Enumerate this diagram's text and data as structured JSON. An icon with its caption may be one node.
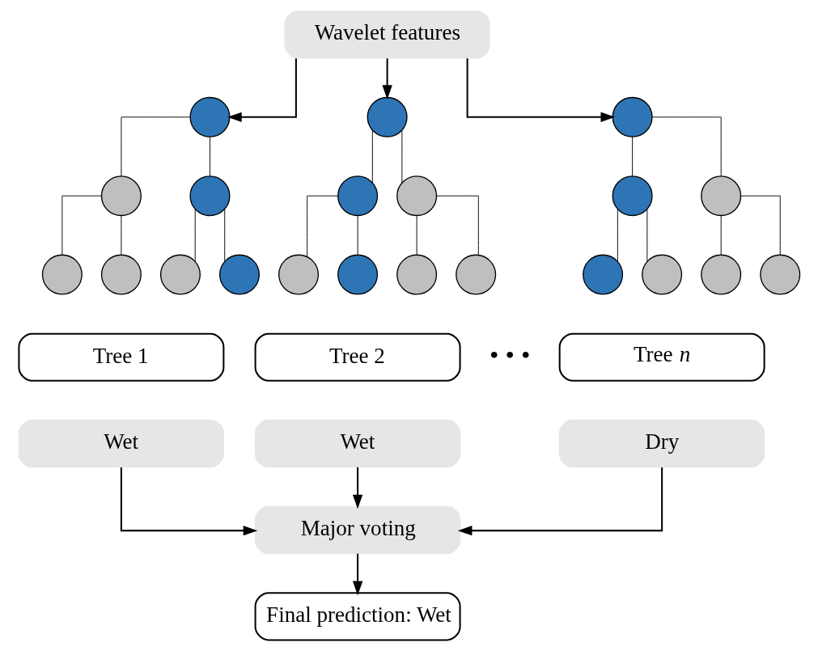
{
  "diagram": {
    "nodes": [
      {
        "text": [
          "Wavelet features"
        ]
      },
      {
        "text": [],
        "shape": "circle"
      },
      {
        "text": [],
        "shape": "circle"
      },
      {
        "text": [],
        "shape": "circle"
      },
      {
        "text": [],
        "shape": "circle"
      },
      {
        "text": [],
        "shape": "circle"
      },
      {
        "text": [],
        "shape": "circle"
      },
      {
        "text": [],
        "shape": "circle"
      },
      {
        "text": [],
        "shape": "circle"
      },
      {
        "text": [],
        "shape": "circle"
      },
      {
        "text": [],
        "shape": "circle"
      },
      {
        "text": [],
        "shape": "circle"
      },
      {
        "text": [],
        "shape": "circle"
      },
      {
        "text": [],
        "shape": "circle"
      },
      {
        "text": [],
        "shape": "circle"
      },
      {
        "text": [],
        "shape": "circle"
      },
      {
        "text": [],
        "shape": "circle"
      },
      {
        "text": [],
        "shape": "circle"
      },
      {
        "text": [],
        "shape": "circle"
      },
      {
        "text": [],
        "shape": "circle"
      },
      {
        "text": [],
        "shape": "circle"
      },
      {
        "text": [],
        "shape": "circle"
      },
      {
        "text": [
          "Tree 1"
        ]
      },
      {
        "text": [
          "Tree 2"
        ]
      },
      {
        "text": [
          "Tree *n*"
        ]
      },
      {
        "text": [
          "Wet"
        ]
      },
      {
        "text": [
          "Wet"
        ]
      },
      {
        "text": [
          "Dry"
        ]
      },
      {
        "text": [
          "Major voting"
        ]
      },
      {
        "text": [
          "Final prediction: Wet"
        ]
      }
    ],
    "edges": [
      {
        "from": 0,
        "to": 1,
        "arrow": "to"
      },
      {
        "from": 0,
        "to": 8,
        "arrow": "to"
      },
      {
        "from": 0,
        "to": 15,
        "arrow": "to"
      },
      {
        "from": 1,
        "to": 2,
        "arrow": "none"
      },
      {
        "from": 1,
        "to": 3,
        "arrow": "none"
      },
      {
        "from": 2,
        "to": 4,
        "arrow": "none"
      },
      {
        "from": 2,
        "to": 5,
        "arrow": "none"
      },
      {
        "from": 3,
        "to": 6,
        "arrow": "none"
      },
      {
        "from": 3,
        "to": 7,
        "arrow": "none"
      },
      {
        "from": 8,
        "to": 9,
        "arrow": "none"
      },
      {
        "from": 8,
        "to": 10,
        "arrow": "none"
      },
      {
        "from": 9,
        "to": 11,
        "arrow": "none"
      },
      {
        "from": 9,
        "to": 12,
        "arrow": "none"
      },
      {
        "from": 10,
        "to": 13,
        "arrow": "none"
      },
      {
        "from": 10,
        "to": 14,
        "arrow": "none"
      },
      {
        "from": 15,
        "to": 16,
        "arrow": "none"
      },
      {
        "from": 15,
        "to": 17,
        "arrow": "none"
      },
      {
        "from": 16,
        "to": 18,
        "arrow": "none"
      },
      {
        "from": 16,
        "to": 19,
        "arrow": "none"
      },
      {
        "from": 17,
        "to": 20,
        "arrow": "none"
      },
      {
        "from": 17,
        "to": 21,
        "arrow": "none"
      },
      {
        "from": 25,
        "to": 28,
        "arrow": "to"
      },
      {
        "from": 26,
        "to": 28,
        "arrow": "to"
      },
      {
        "from": 27,
        "to": 28,
        "arrow": "to"
      },
      {
        "from": 28,
        "to": 29,
        "arrow": "to"
      }
    ],
    "labels": [
      "• • •"
    ]
  }
}
